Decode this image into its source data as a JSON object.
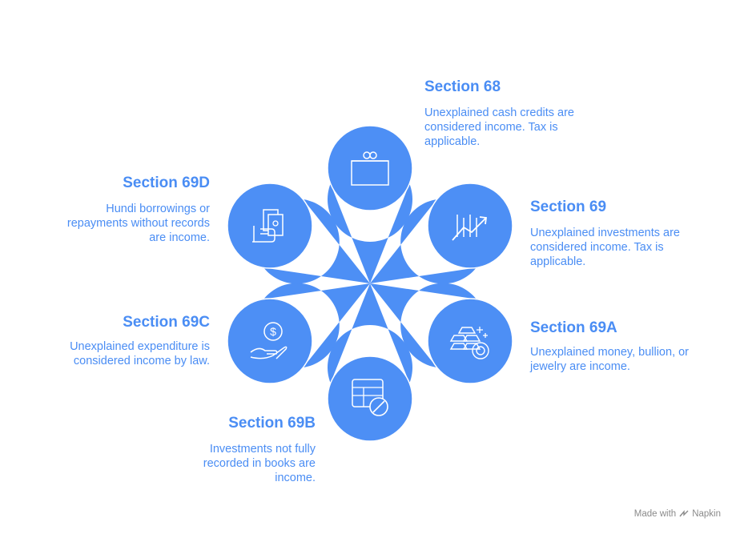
{
  "colors": {
    "petal": "#4d8ff5",
    "circle": "#4d8ff5",
    "circle_stroke": "#ffffff",
    "icon": "#ffffff",
    "title": "#4a8df4",
    "text": "#4a8df4",
    "footer": "#8a8a8a"
  },
  "sections": [
    {
      "id": "68",
      "title": "Section 68",
      "description": "Unexplained cash credits are considered income. Tax is applicable.",
      "icon": "wallet-icon"
    },
    {
      "id": "69",
      "title": "Section 69",
      "description": "Unexplained investments are considered income. Tax is applicable.",
      "icon": "growth-chart-icon"
    },
    {
      "id": "69a",
      "title": "Section 69A",
      "description": "Unexplained money, bullion, or jewelry are income.",
      "icon": "gold-bars-icon"
    },
    {
      "id": "69b",
      "title": "Section 69B",
      "description": "Investments not fully recorded in books are income.",
      "icon": "ledger-blocked-icon"
    },
    {
      "id": "69c",
      "title": "Section 69C",
      "description": "Unexplained expenditure is considered income by law.",
      "icon": "coin-hand-icon"
    },
    {
      "id": "69d",
      "title": "Section 69D",
      "description": "Hundi borrowings or repayments without records are income.",
      "icon": "cash-hand-icon"
    }
  ],
  "footer": {
    "prefix": "Made with",
    "brand": "Napkin"
  }
}
